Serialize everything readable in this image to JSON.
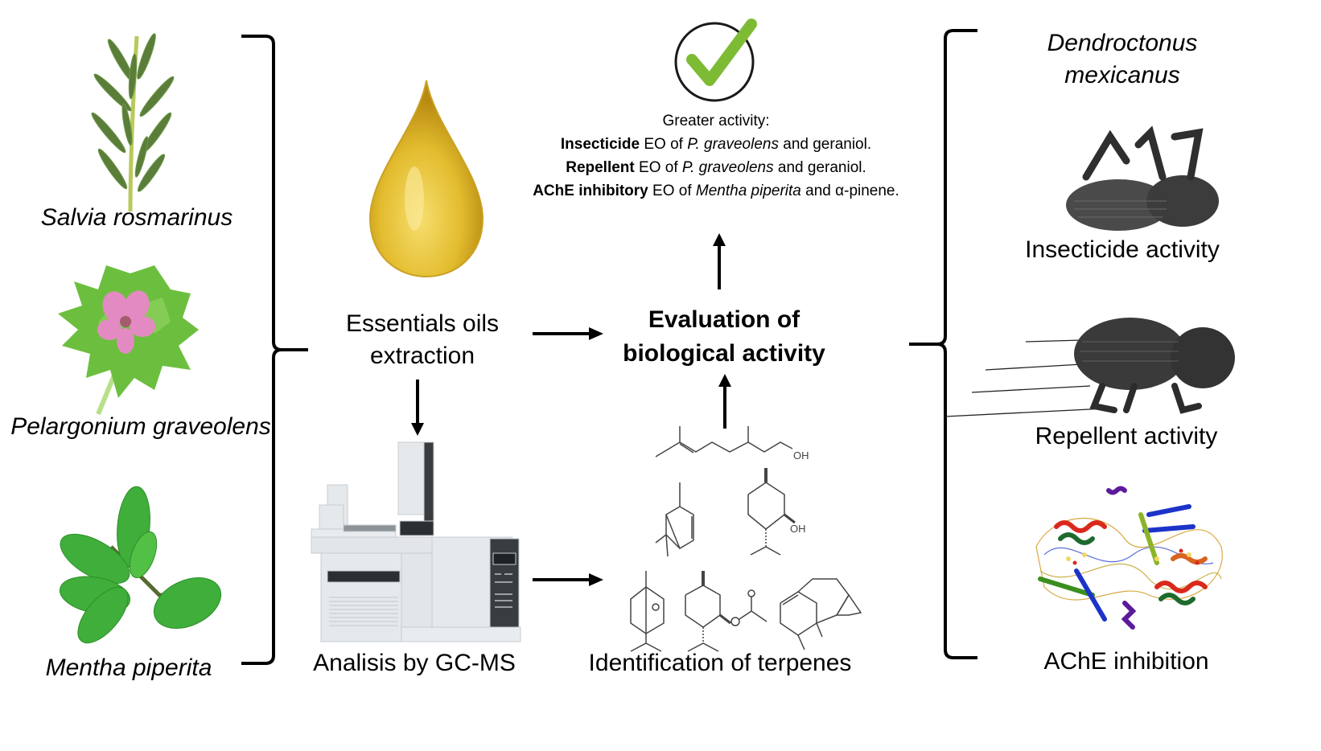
{
  "plants": [
    {
      "name": "Salvia rosmarinus",
      "icon": "rosemary-sprig-image"
    },
    {
      "name": "Pelargonium graveolens",
      "icon": "geranium-flower-image"
    },
    {
      "name": "Mentha piperita",
      "icon": "mint-leaves-image"
    }
  ],
  "steps": {
    "extraction": {
      "line1": "Essentials oils",
      "line2": "extraction",
      "icon": "oil-drop-image"
    },
    "gcms": {
      "label": "Analisis by GC-MS",
      "icon": "gc-ms-instrument-image"
    },
    "terpenes": {
      "label": "Identification  of terpenes",
      "icon": "terpene-structures"
    },
    "evaluation": {
      "line1": "Evaluation of",
      "line2": "biological activity"
    }
  },
  "results": {
    "icon": "check-circle-icon",
    "heading": "Greater activity:",
    "lines": [
      {
        "bold": "Insecticide",
        "pre": " EO of ",
        "ital": "P. graveolens",
        "post": " and geraniol."
      },
      {
        "bold": "Repellent",
        "pre": " EO of ",
        "ital": "P. graveolens",
        "post": " and geraniol."
      },
      {
        "bold": "AChE inhibitory",
        "pre": " EO of ",
        "ital": "Mentha piperita",
        "post": " and α-pinene."
      }
    ]
  },
  "target": {
    "species_line1": "Dendroctonus",
    "species_line2": "mexicanus",
    "assays": [
      {
        "label": "Insecticide activity",
        "icon": "beetle-dead-image"
      },
      {
        "label": "Repellent activity",
        "icon": "beetle-moving-image"
      },
      {
        "label": "AChE inhibition",
        "icon": "ache-protein-structure-image"
      }
    ]
  },
  "colors": {
    "check_green": "#7dbb35",
    "oil_gold": "#e8c438",
    "plant_green": "#4caf3e",
    "flower_pink": "#e48ac2",
    "beetle_gray": "#3a3a3a"
  }
}
